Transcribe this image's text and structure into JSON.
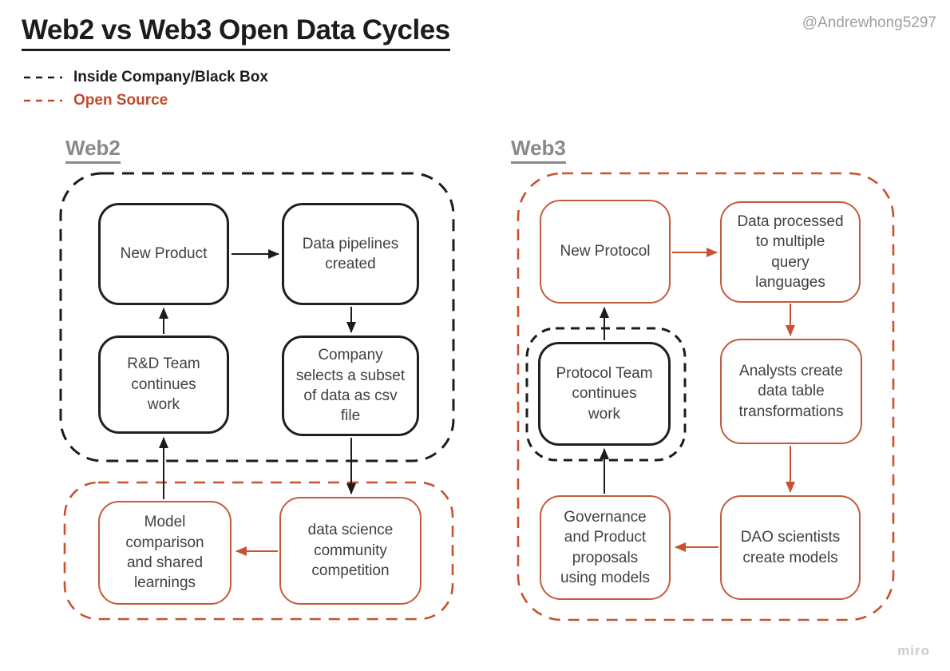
{
  "page": {
    "title": "Web2 vs Web3 Open Data Cycles",
    "credit": "@Andrewhong5297",
    "watermark": "miro"
  },
  "colors": {
    "black": "#1c1c1c",
    "red": "#c8512f",
    "heading_gray": "#8a8a8a",
    "box_text_gray": "#3e4043"
  },
  "legend": {
    "items": [
      {
        "label": "Inside Company/Black Box",
        "color": "#1c1c1c"
      },
      {
        "label": "Open Source",
        "color": "#c14a2c"
      }
    ]
  },
  "web2": {
    "heading": "Web2",
    "boxes": {
      "new_product": "New Product",
      "data_pipelines": "Data pipelines\ncreated",
      "rd_team": "R&D Team\ncontinues\nwork",
      "company_selects": "Company\nselects a subset\nof data as csv\nfile",
      "model_comparison": "Model\ncomparison\nand shared\nlearnings",
      "data_science": "data science\ncommunity\ncompetition"
    },
    "edges": [
      {
        "from": "new_product",
        "to": "data_pipelines",
        "color": "black"
      },
      {
        "from": "data_pipelines",
        "to": "company_selects",
        "color": "black"
      },
      {
        "from": "rd_team",
        "to": "new_product",
        "color": "black"
      },
      {
        "from": "company_selects",
        "to": "data_science",
        "color": "black"
      },
      {
        "from": "data_science",
        "to": "model_comparison",
        "color": "red"
      },
      {
        "from": "model_comparison",
        "to": "rd_team",
        "color": "black"
      }
    ]
  },
  "web3": {
    "heading": "Web3",
    "boxes": {
      "new_protocol": "New Protocol",
      "data_processed": "Data processed\nto multiple\nquery\nlanguages",
      "protocol_team": "Protocol Team\ncontinues\nwork",
      "analysts": "Analysts create\ndata table\ntransformations",
      "governance": "Governance\nand Product\nproposals\nusing models",
      "dao_scientists": "DAO scientists\ncreate models"
    },
    "edges": [
      {
        "from": "new_protocol",
        "to": "data_processed",
        "color": "red"
      },
      {
        "from": "data_processed",
        "to": "analysts",
        "color": "red"
      },
      {
        "from": "analysts",
        "to": "dao_scientists",
        "color": "red"
      },
      {
        "from": "dao_scientists",
        "to": "governance",
        "color": "red"
      },
      {
        "from": "governance",
        "to": "protocol_team",
        "color": "black"
      },
      {
        "from": "protocol_team",
        "to": "new_protocol",
        "color": "black"
      }
    ]
  }
}
